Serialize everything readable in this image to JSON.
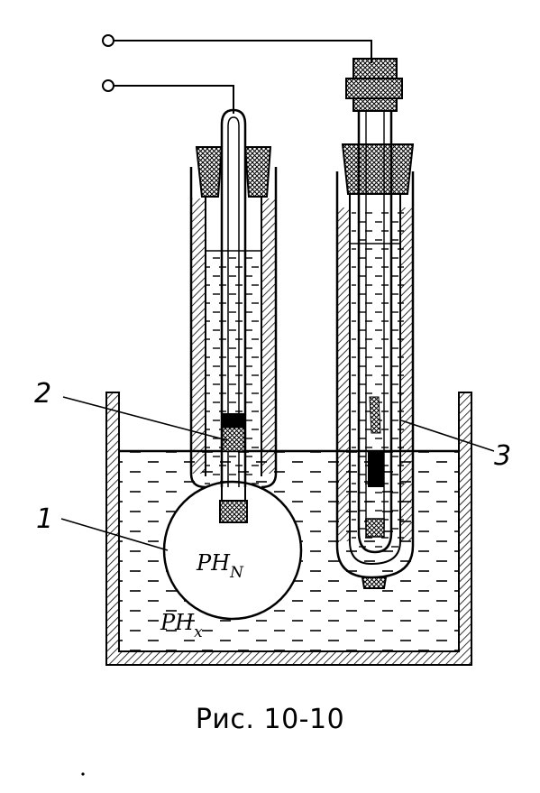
{
  "caption": "Рис. 10-10",
  "labels": {
    "bulb": "1",
    "junction": "2",
    "reference": "3",
    "inner_solution": "PH",
    "inner_solution_sub": "N",
    "outer_solution": "PH",
    "outer_solution_sub": "x"
  }
}
